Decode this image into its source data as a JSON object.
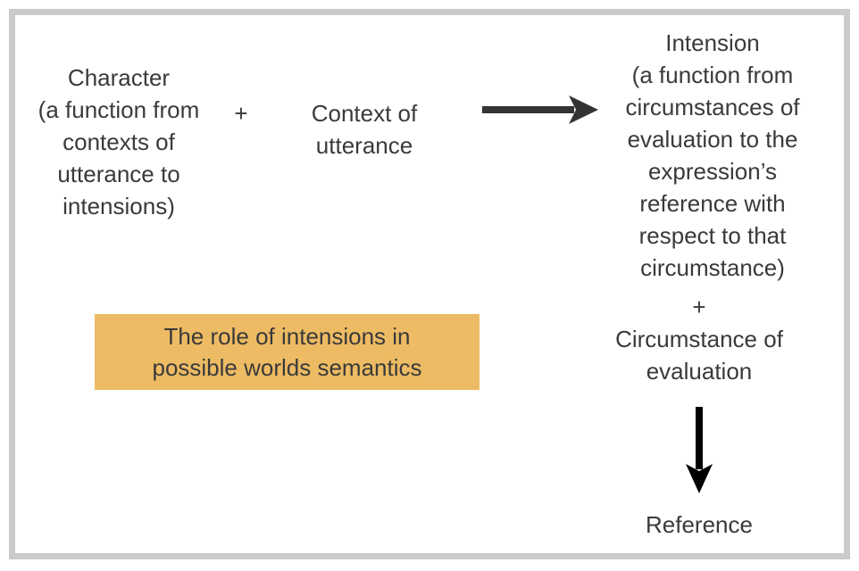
{
  "page": {
    "background": "#ffffff",
    "frame_border_color": "#cbcbcb",
    "text_color": "#3a3a3a"
  },
  "diagram": {
    "character": "Character\n(a function from\ncontexts of\nutterance to\nintensions)",
    "plus_left": "+",
    "context": "Context of\nutterance",
    "intension": "Intension\n(a function from\ncircumstances of\nevaluation to the\nexpression’s\nreference with\nrespect to that\ncircumstance)",
    "plus_right": "+",
    "circumstance": "Circumstance of\nevaluation",
    "reference": "Reference",
    "caption_box": {
      "text": "The role of intensions in\npossible worlds semantics",
      "background": "#edbb63"
    },
    "arrows": {
      "horizontal_color": "#333333",
      "vertical_color": "#000000"
    }
  }
}
